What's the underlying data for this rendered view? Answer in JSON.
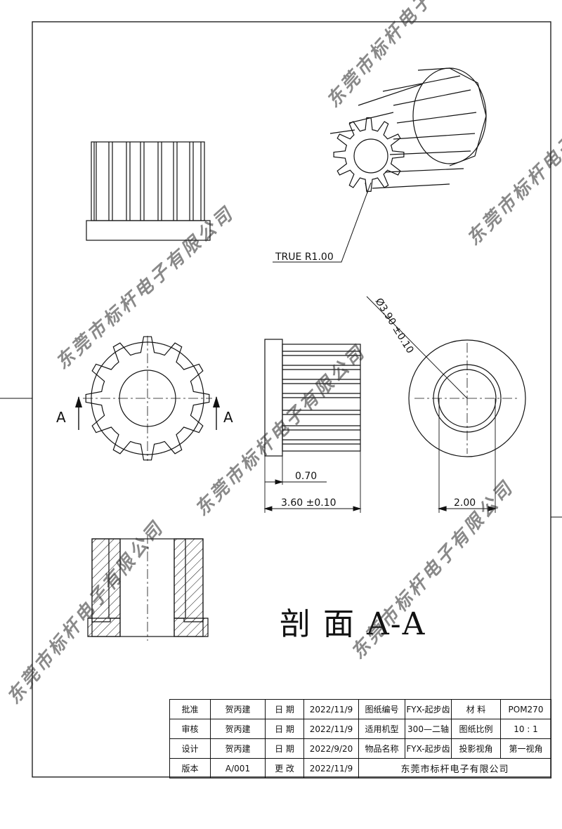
{
  "drawing": {
    "true_radius_label": "TRUE R1.00",
    "section_mark": "A",
    "diameter_label": "Ø3.90 ±0.10",
    "flange_dim": "0.70",
    "length_dim": "3.60 ±0.10",
    "bore_dim": "2.00",
    "section_title": "剖 面 A-A",
    "watermark": "东莞市标杆电子有限公司"
  },
  "title_block": {
    "rows": [
      [
        "批准",
        "贺丙建",
        "日 期",
        "2022/11/9",
        "图纸编号",
        "FYX-起步齿",
        "材 料",
        "POM270"
      ],
      [
        "审核",
        "贺丙建",
        "日 期",
        "2022/11/9",
        "适用机型",
        "300—二轴",
        "图纸比例",
        "10 : 1"
      ],
      [
        "设计",
        "贺丙建",
        "日 期",
        "2022/9/20",
        "物品名称",
        "FYX-起步齿",
        "投影视角",
        "第一视角"
      ]
    ],
    "last_row": [
      "版本",
      "A/001",
      "更 改",
      "2022/11/9"
    ],
    "company": "东莞市标杆电子有限公司"
  }
}
